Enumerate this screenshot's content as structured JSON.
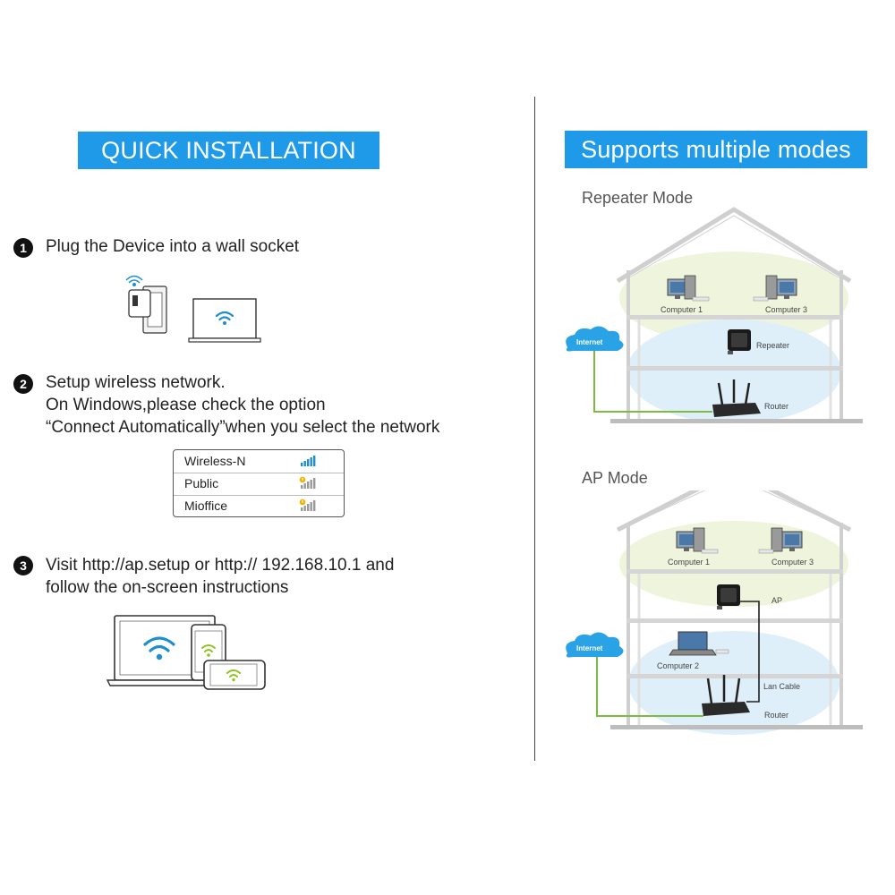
{
  "left": {
    "banner": "QUICK INSTALLATION",
    "steps": [
      {
        "num": "1",
        "lines": [
          "Plug the Device into a wall socket"
        ]
      },
      {
        "num": "2",
        "lines": [
          "Setup wireless network.",
          "On Windows,please check the option",
          "“Connect Automatically”when you select the network"
        ]
      },
      {
        "num": "3",
        "lines": [
          "Visit http://ap.setup or http:// 192.168.10.1 and",
          "follow the on-screen instructions"
        ]
      }
    ],
    "networks": [
      {
        "name": "Wireless-N",
        "secured": false
      },
      {
        "name": "Public",
        "secured": true
      },
      {
        "name": "Mioffice",
        "secured": true
      }
    ]
  },
  "right": {
    "banner": "Supports multiple modes",
    "repeater": {
      "title": "Repeater Mode",
      "computer1": "Computer 1",
      "computer3": "Computer 3",
      "repeater": "Repeater",
      "router": "Router",
      "internet": "Internet"
    },
    "ap": {
      "title": "AP Mode",
      "computer1": "Computer 1",
      "computer3": "Computer 3",
      "ap": "AP",
      "computer2": "Computer 2",
      "lan": "Lan Cable",
      "router": "Router",
      "internet": "Internet"
    }
  },
  "colors": {
    "banner": "#1e9ae8",
    "wifi_blue": "#1d8fd1",
    "wifi_green": "#8fc21f",
    "cable_green": "#7dbb42",
    "zone_green": "#eef5dc",
    "zone_blue": "#dceefa",
    "house": "#cfcfcf"
  }
}
